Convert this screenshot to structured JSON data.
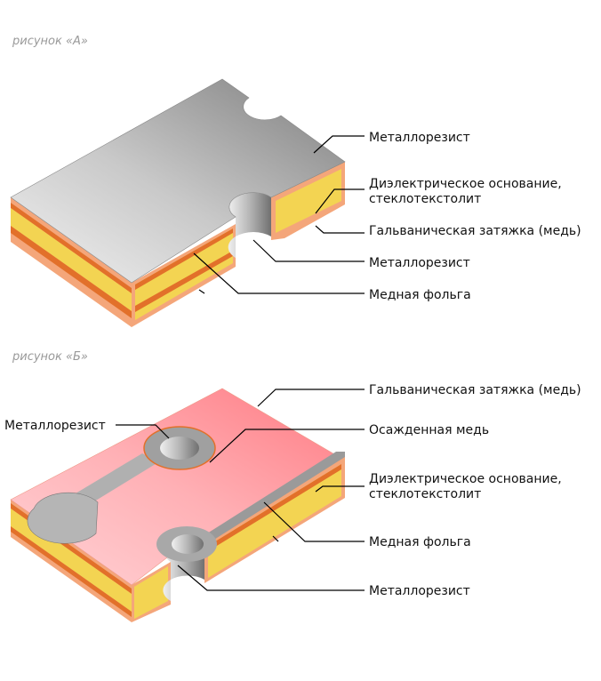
{
  "figure_a": {
    "caption": "рисунок «А»",
    "labels": {
      "metalloresist_top": "Металлорезист",
      "dielectric_line1": "Диэлектрическое основание,",
      "dielectric_line2": "стеклотекстолит",
      "galvanic": "Гальваническая затяжка (медь)",
      "metalloresist_hole": "Металлорезист",
      "copper_foil": "Медная фольга"
    }
  },
  "figure_b": {
    "caption": "рисунок «Б»",
    "labels": {
      "galvanic": "Гальваническая затяжка (медь)",
      "metalloresist_pad": "Металлорезист",
      "deposited_copper": "Осажденная медь",
      "dielectric_line1": "Диэлектрическое основание,",
      "dielectric_line2": "стеклотекстолит",
      "copper_foil": "Медная фольга",
      "metalloresist_hole": "Металлорезист"
    }
  },
  "colors": {
    "metal": "#9a9a9a",
    "copper": "#e2702a",
    "copper_light": "#f4a67a",
    "dielectric": "#f3d452",
    "galvanic_top": "#ff8a90"
  }
}
